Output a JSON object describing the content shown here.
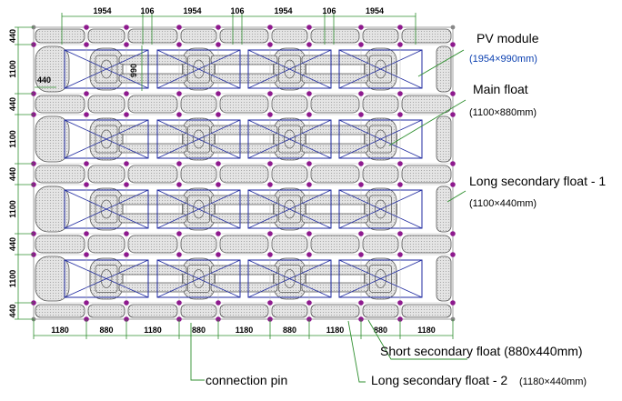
{
  "dimensions": {
    "top": [
      "1954",
      "106",
      "1954",
      "106",
      "1954",
      "106",
      "1954"
    ],
    "left": [
      "440",
      "1100",
      "440",
      "1100",
      "440",
      "1100",
      "440",
      "1100",
      "440"
    ],
    "bottom": [
      "1180",
      "880",
      "1180",
      "880",
      "1180",
      "880",
      "1180",
      "880",
      "1180"
    ],
    "inner_width": "440",
    "inner_height": "990"
  },
  "labels": {
    "pv_module": "PV module",
    "pv_module_size": "(1954×990mm)",
    "main_float": "Main float",
    "main_float_size": "(1100×880mm)",
    "long_secondary_1": "Long secondary float - 1",
    "long_secondary_1_size": "(1100×440mm)",
    "short_secondary": "Short secondary float (880x440mm)",
    "connection_pin": "connection pin",
    "long_secondary_2": "Long secondary float - 2",
    "long_secondary_2_size": "(1180×440mm)"
  },
  "colors": {
    "pin": "#8e1a8e",
    "module_line": "#1f2aa0",
    "leader": "#2f8f2f",
    "float_fill": "#e4e4e4",
    "float_stroke": "#555555",
    "sub_label_blue": "#0a3fb0"
  }
}
